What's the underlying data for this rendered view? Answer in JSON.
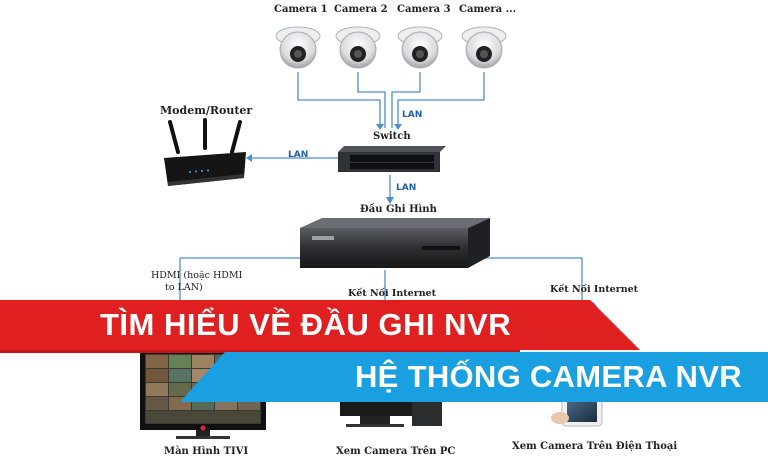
{
  "cameras": [
    "Camera 1",
    "Camera 2",
    "Camera 3",
    "Camera ..."
  ],
  "labels": {
    "modem": "Modem/Router",
    "switch": "Switch",
    "nvr": "Đầu Ghi Hình",
    "hdmi_line1": "HDMI (hoặc HDMI",
    "hdmi_line2": "to LAN)",
    "internet_pc": "Kết Nối Internet",
    "internet_phone": "Kết Nối Internet",
    "tv": "Màn Hình TIVI",
    "pc": "Xem Camera Trên PC",
    "phone": "Xem Camera Trên Điện Thoại"
  },
  "lan": [
    "LAN",
    "LAN",
    "LAN"
  ],
  "banners": {
    "title_red": "TÌM HIỂU VỀ ĐẦU GHI NVR",
    "title_blue": "HỆ THỐNG CAMERA NVR"
  },
  "colors": {
    "red": "#e02020",
    "blue": "#1aa0e0",
    "line": "#4a8fd0"
  }
}
